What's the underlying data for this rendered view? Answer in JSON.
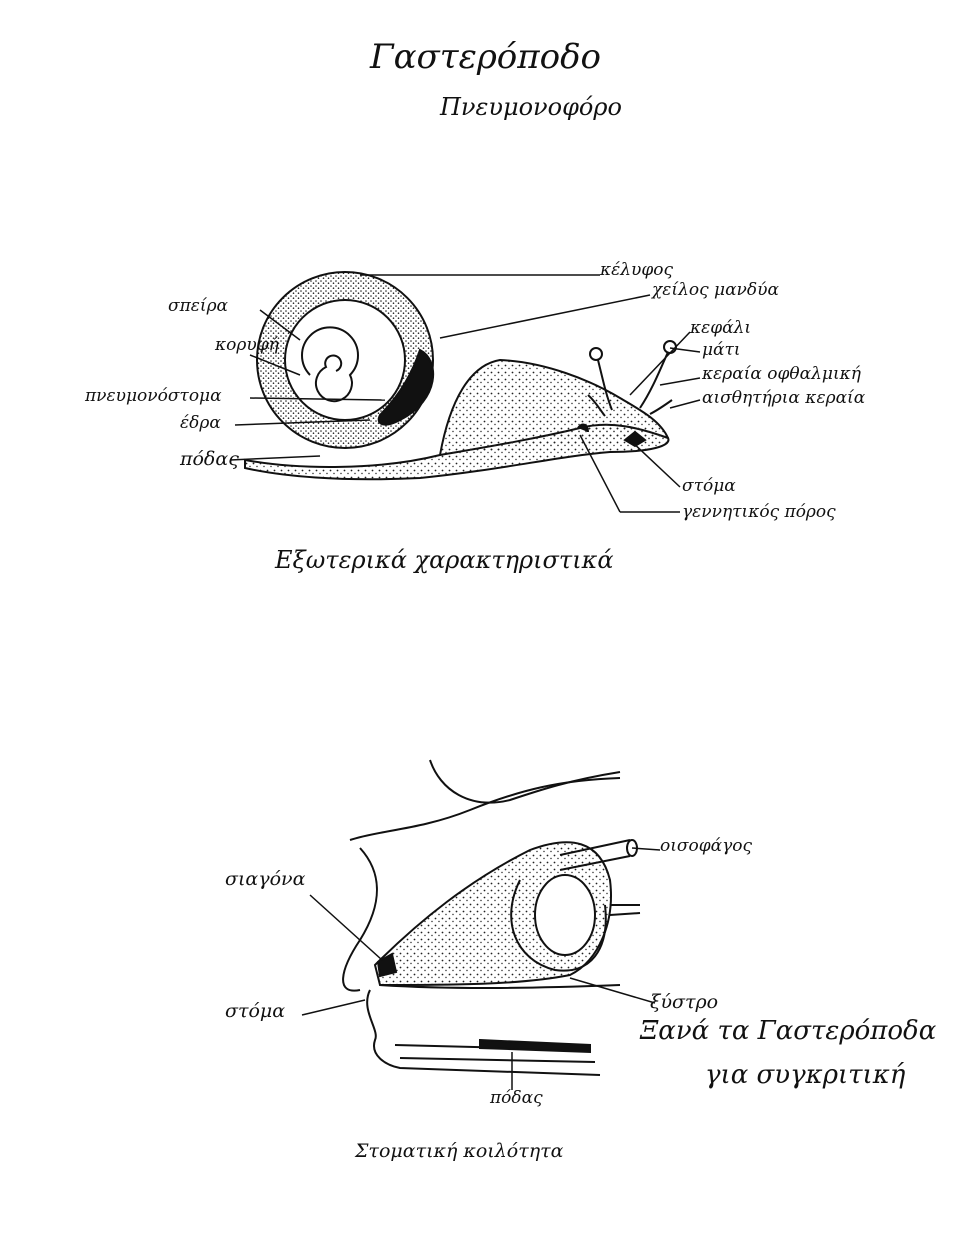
{
  "header": {
    "title": "Γαστερόποδο",
    "subtitle": "Πνευμονοφόρο"
  },
  "external": {
    "labels": {
      "shell": "κέλυφος",
      "mantle_lip": "χείλος μανδύα",
      "head": "κεφάλι",
      "eye": "μάτι",
      "eye_tentacle": "κεραία οφθαλμική",
      "sensory_tentacle": "αισθητήρια κεραία",
      "whorl": "σπείρα",
      "apex": "κορυφή",
      "pneumostome": "πνευμονόστομα",
      "seat": "έδρα",
      "foot": "πόδας",
      "mouth": "στόμα",
      "genital_pore": "γεννητικός πόρος"
    },
    "caption": "Εξωτερικά χαρακτηριστικά"
  },
  "buccal": {
    "labels": {
      "jaw": "σιαγόνα",
      "esophagus": "οισοφάγος",
      "mouth": "στόμα",
      "radula": "ξύστρο",
      "foot": "πόδας"
    },
    "caption": "Στοματική κοιλότητα",
    "note_line1": "Ξανά τα Γαστερόποδα",
    "note_line2": "για συγκριτική"
  },
  "colors": {
    "ink": "#111111",
    "paper": "#ffffff"
  }
}
